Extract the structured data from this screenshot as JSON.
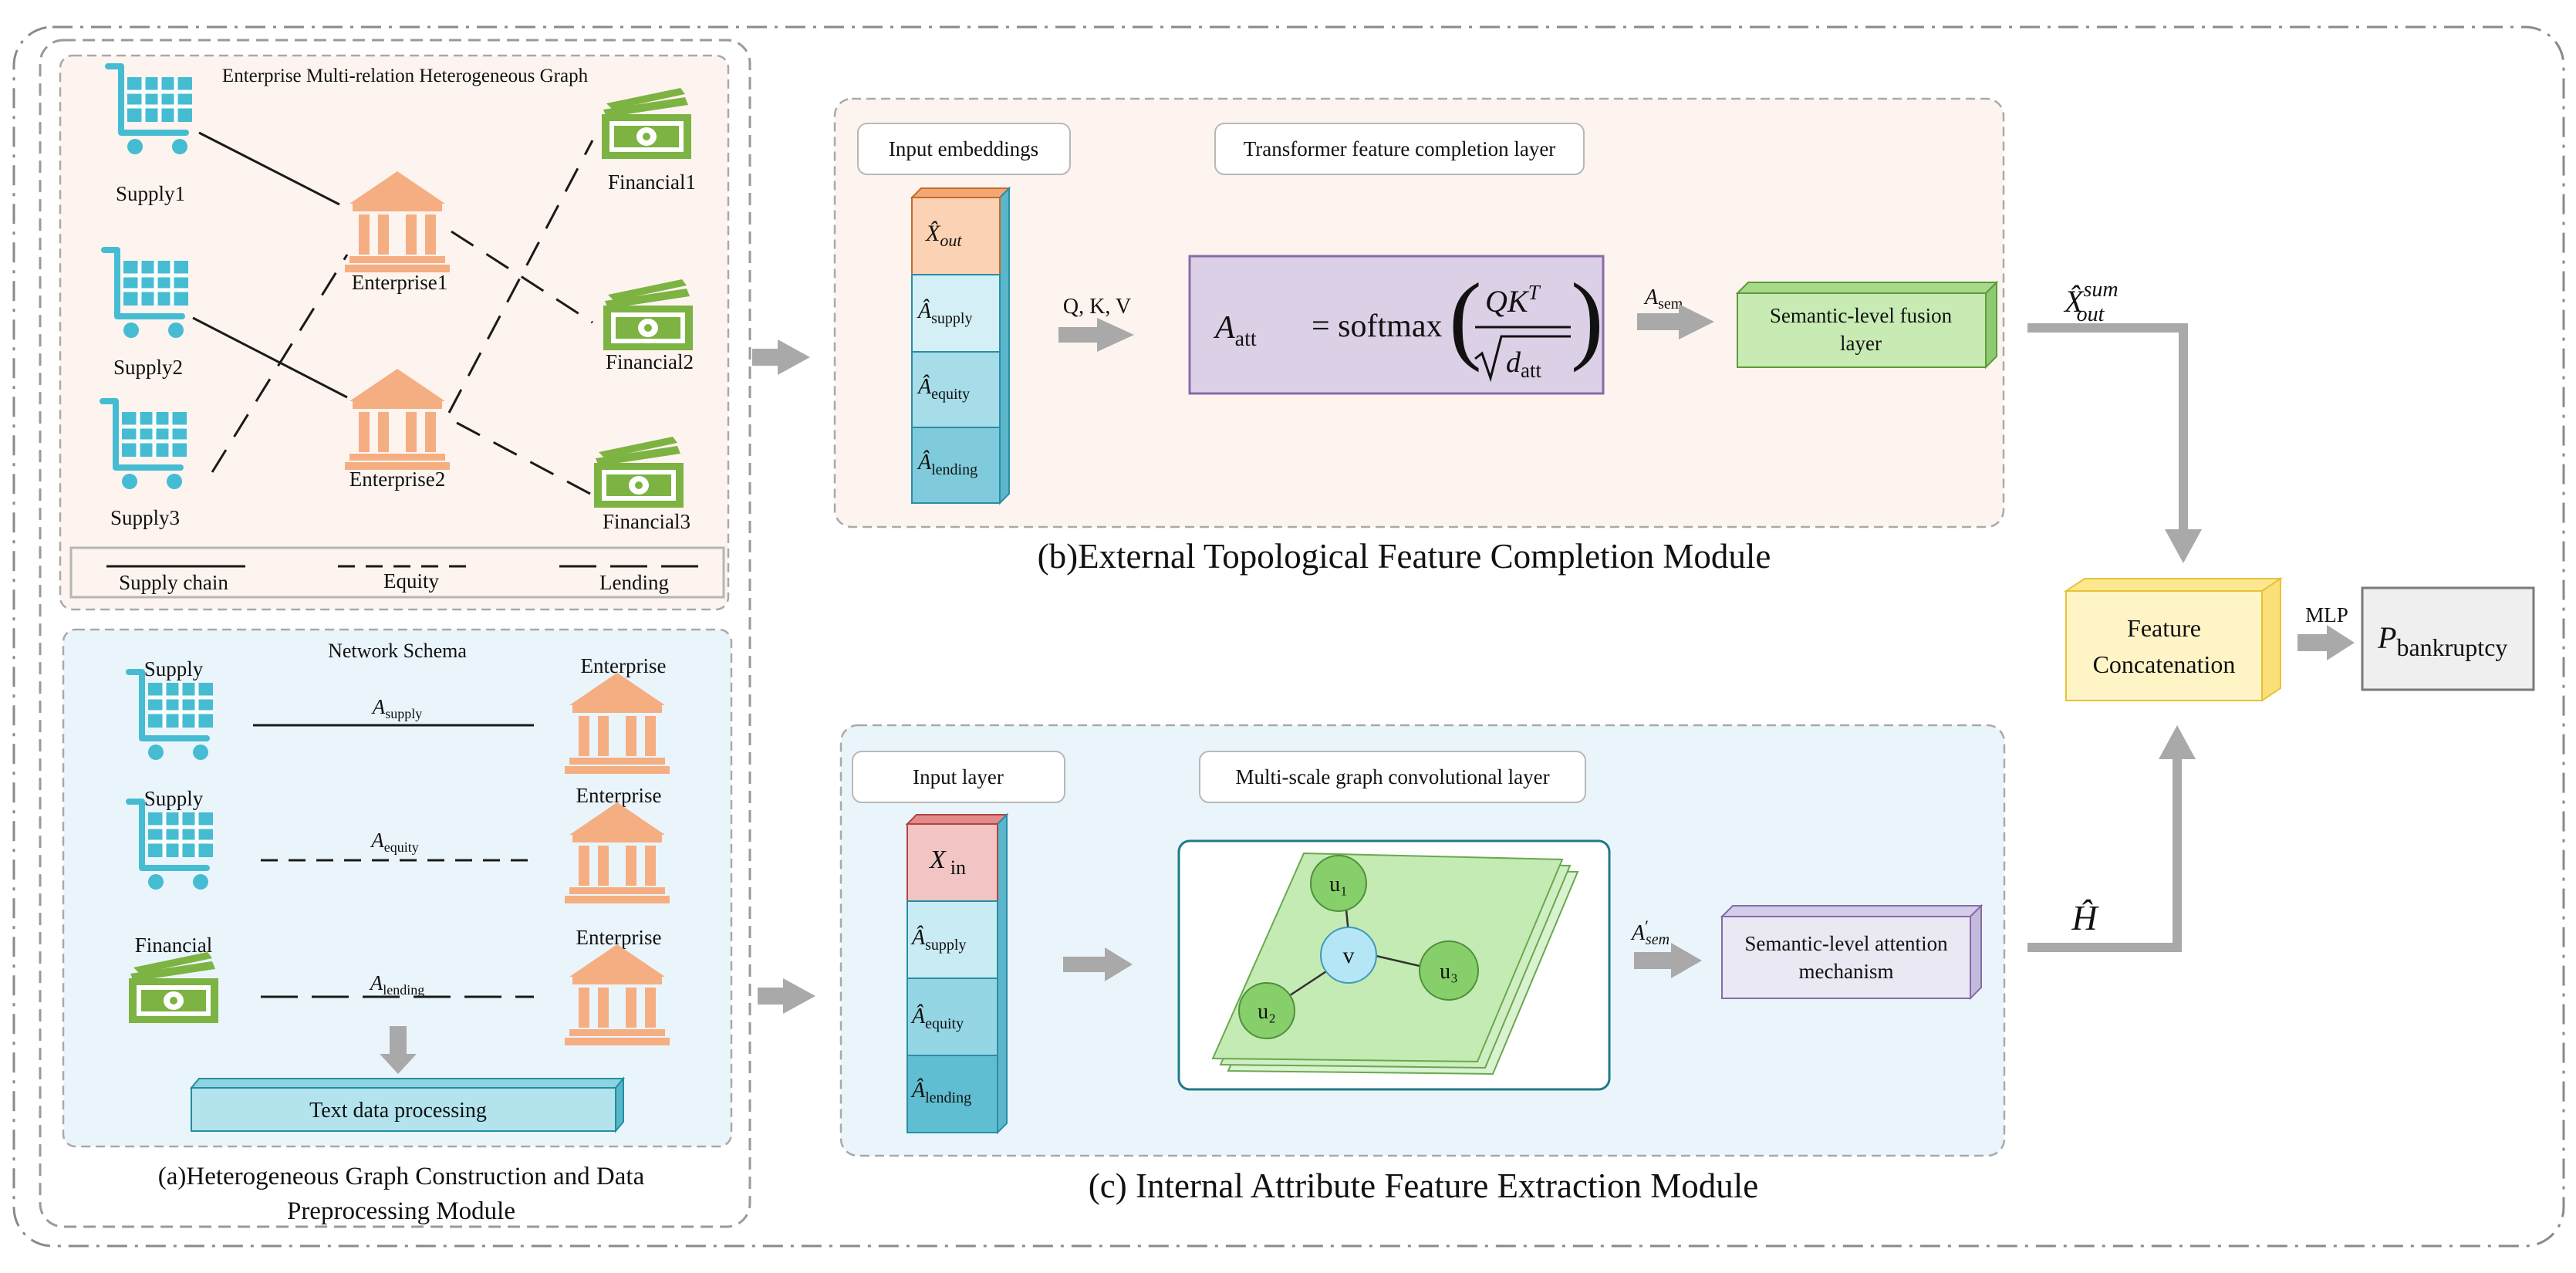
{
  "module_a": {
    "caption_line1": "(a)Heterogeneous Graph Construction and Data",
    "caption_line2": "Preprocessing Module",
    "graph_title": "Enterprise Multi-relation Heterogeneous Graph",
    "nodes": {
      "supply1": "Supply1",
      "supply2": "Supply2",
      "supply3": "Supply3",
      "enterprise1": "Enterprise1",
      "enterprise2": "Enterprise2",
      "financial1": "Financial1",
      "financial2": "Financial2",
      "financial3": "Financial3"
    },
    "legend": {
      "supply_chain": "Supply chain",
      "equity": "Equity",
      "lending": "Lending"
    },
    "schema_title": "Network Schema",
    "schema": {
      "row1_left": "Supply",
      "row1_right": "Enterprise",
      "row2_left": "Supply",
      "row2_right": "Enterprise",
      "row3_left": "Financial",
      "row3_right": "Enterprise",
      "a_symbol": "A",
      "sub_supply": "supply",
      "sub_equity": "equity",
      "sub_lending": "lending"
    },
    "text_processing": "Text data processing"
  },
  "module_b": {
    "caption": "(b)External Topological Feature Completion Module",
    "input_label": "Input embeddings",
    "layer_label": "Transformer feature completion layer",
    "stack": {
      "x_out": "X̂",
      "x_out_sub": "out",
      "a_hat": "Â",
      "sub_supply": "supply",
      "sub_equity": "equity",
      "sub_lending": "lending"
    },
    "qkv": "Q, K, V",
    "formula": {
      "a": "A",
      "att": "att",
      "eq": "= softmax",
      "qk": "QK",
      "t": "T",
      "d": "d",
      "d_sub": "att"
    },
    "a_sem": "A",
    "a_sem_sub": "sem",
    "fusion_line1": "Semantic-level fusion",
    "fusion_line2": "layer",
    "out_label": "X̂",
    "out_sup": "sum",
    "out_sub": "out"
  },
  "module_c": {
    "caption": "(c) Internal Attribute Feature Extraction Module",
    "input_label": "Input layer",
    "layer_label": "Multi-scale graph convolutional layer",
    "stack": {
      "x_in": "X",
      "x_in_sub": "in",
      "a_hat": "Â",
      "sub_supply": "supply",
      "sub_equity": "equity",
      "sub_lending": "lending"
    },
    "graph_nodes": {
      "u1": "u₁",
      "v": "v",
      "u2": "u₂",
      "u3": "u₃"
    },
    "a_sem_prime": "A",
    "a_sem_prime_sup": "′",
    "a_sem_prime_sub": "sem",
    "attention_line1": "Semantic-level attention",
    "attention_line2": "mechanism",
    "h_hat": "Ĥ"
  },
  "output": {
    "concat_line1": "Feature",
    "concat_line2": "Concatenation",
    "mlp": "MLP",
    "p": "P",
    "p_sub": "bankruptcy"
  },
  "colors": {
    "orange_icon": "#f5ae82",
    "teal_icon": "#46bcd2",
    "green_icon": "#7cb342",
    "panel_peach": "#fdf4ef",
    "panel_blue": "#eaf5fb",
    "purple_formula": "#dcd0e6",
    "green_fusion": "#c8ebb4",
    "lilac_attention": "#e9e8f3",
    "yellow_concat": "#fff4c6",
    "grey_arrow": "#a9a9a9"
  }
}
